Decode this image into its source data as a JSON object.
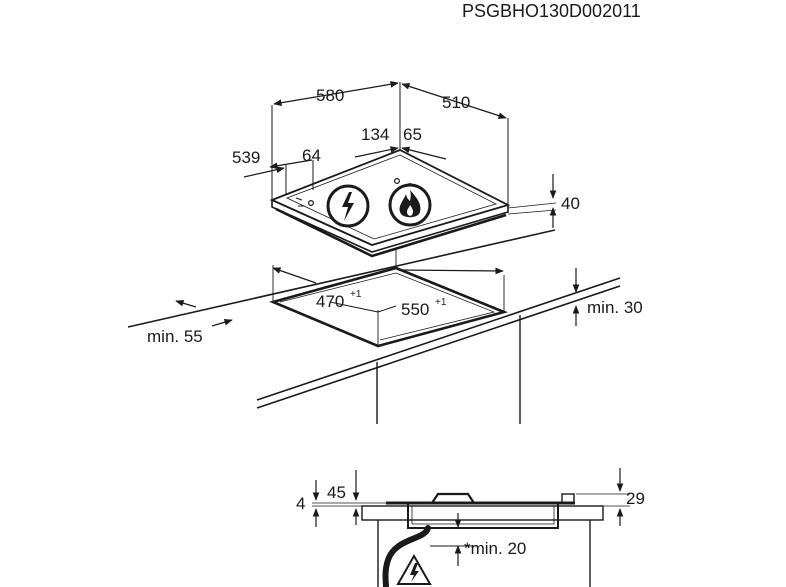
{
  "diagram": {
    "code": "PSGBHO130D002011",
    "hob": {
      "width": "580",
      "depth": "510",
      "side_a": "539",
      "side_b": "64",
      "ctrl_a": "134",
      "ctrl_b": "65",
      "height": "40"
    },
    "cutout": {
      "depth": "470",
      "depth_tol": "+1",
      "width": "550",
      "width_tol": "+1",
      "min_front": "min. 55",
      "min_back": "min. 30"
    },
    "section": {
      "left_gap": "4",
      "offset": "45",
      "height": "29",
      "min_below": "*min. 20"
    },
    "icons": [
      "electric-warning-icon",
      "gas-flame-icon",
      "electric-warning-icon"
    ]
  }
}
